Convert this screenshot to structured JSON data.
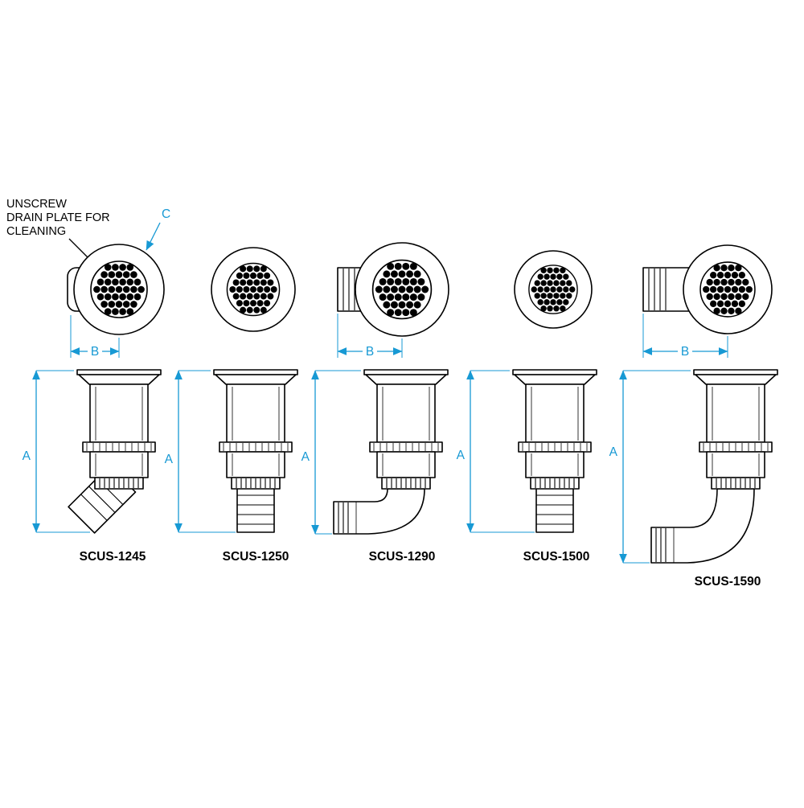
{
  "colors": {
    "outline": "#000000",
    "dimension_blue": "#1799d4",
    "background": "#ffffff"
  },
  "annotation": {
    "line1": "UNSCREW",
    "line2": "DRAIN PLATE FOR",
    "line3": "CLEANING"
  },
  "dimension_labels": {
    "a": "A",
    "b": "B",
    "c": "C"
  },
  "parts": [
    {
      "model": "SCUS-1245",
      "outlet_style": "45-degree hose barb"
    },
    {
      "model": "SCUS-1250",
      "outlet_style": "straight hose barb"
    },
    {
      "model": "SCUS-1290",
      "outlet_style": "90-degree hose barb"
    },
    {
      "model": "SCUS-1500",
      "outlet_style": "straight hose barb"
    },
    {
      "model": "SCUS-1590",
      "outlet_style": "90-degree hose barb"
    }
  ]
}
